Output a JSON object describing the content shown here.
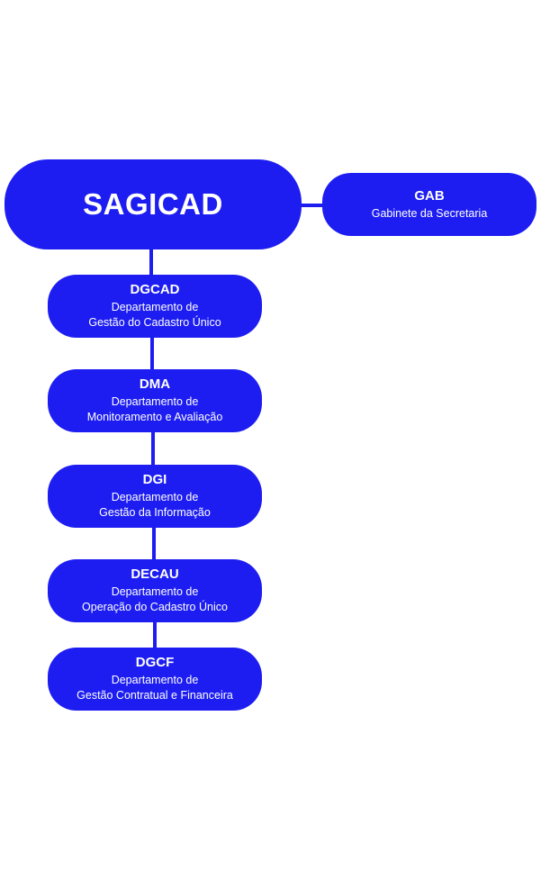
{
  "root": {
    "label": "SAGICAD"
  },
  "side": {
    "abbr": "GAB",
    "line1": "Gabinete da Secretaria"
  },
  "departments": [
    {
      "abbr": "DGCAD",
      "line1": "Departamento de",
      "line2": "Gestão do Cadastro Único"
    },
    {
      "abbr": "DMA",
      "line1": "Departamento de",
      "line2": "Monitoramento e Avaliação"
    },
    {
      "abbr": "DGI",
      "line1": "Departamento de",
      "line2": "Gestão da Informação"
    },
    {
      "abbr": "DECAU",
      "line1": "Departamento de",
      "line2": "Operação do Cadastro Único"
    },
    {
      "abbr": "DGCF",
      "line1": "Departamento de",
      "line2": "Gestão Contratual e Financeira"
    }
  ],
  "colors": {
    "node": "#1d1df2",
    "text": "#ffffff",
    "background": "#ffffff"
  }
}
